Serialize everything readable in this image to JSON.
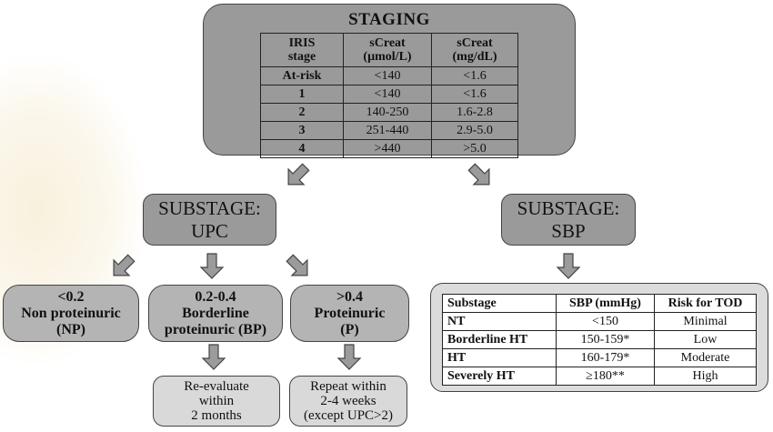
{
  "staging": {
    "title": "STAGING",
    "headers": [
      "IRIS\nstage",
      "sCreat\n(µmol/L)",
      "sCreat\n(mg/dL)"
    ],
    "rows": [
      [
        "At-risk",
        "<140",
        "<1.6"
      ],
      [
        "1",
        "<140",
        "<1.6"
      ],
      [
        "2",
        "140-250",
        "1.6-2.8"
      ],
      [
        "3",
        "251-440",
        "2.9-5.0"
      ],
      [
        "4",
        ">440",
        ">5.0"
      ]
    ]
  },
  "substage_upc": {
    "label": "SUBSTAGE:\nUPC"
  },
  "substage_sbp": {
    "label": "SUBSTAGE:\nSBP"
  },
  "upc_categories": [
    {
      "label": "<0.2\nNon proteinuric\n(NP)"
    },
    {
      "label": "0.2-0.4\nBorderline\nproteinuric (BP)",
      "follow_up": "Re-evaluate\nwithin\n2 months"
    },
    {
      "label": ">0.4\nProteinuric\n(P)",
      "follow_up": "Repeat within\n2-4 weeks\n(except UPC>2)"
    }
  ],
  "sbp_table": {
    "headers": [
      "Substage",
      "SBP (mmHg)",
      "Risk for TOD"
    ],
    "rows": [
      [
        "NT",
        "<150",
        "Minimal"
      ],
      [
        "Borderline HT",
        "150-159*",
        "Low"
      ],
      [
        "HT",
        "160-179*",
        "Moderate"
      ],
      [
        "Severely HT",
        "≥180**",
        "High"
      ]
    ]
  },
  "colors": {
    "staging_fill": "#9a9a9a",
    "substage_fill": "#9a9a9a",
    "category_fill": "#b4b4b4",
    "followup_fill": "#d9d9d9",
    "arrow_fill": "#9b9b9b"
  }
}
